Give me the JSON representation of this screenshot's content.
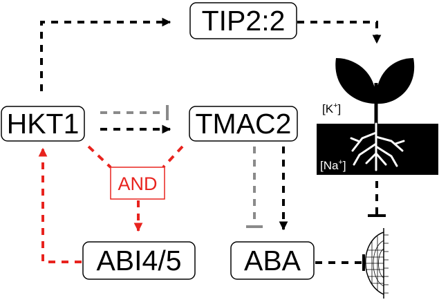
{
  "nodes": {
    "tip": "TIP2:2",
    "hkt": "HKT1",
    "tmac": "TMAC2",
    "and_gate": "AND",
    "abi": "ABI4/5",
    "aba": "ABA"
  },
  "plant": {
    "potassium_base": "[K",
    "potassium_sup": "+",
    "potassium_close": "]",
    "sodium_base": "[Na",
    "sodium_sup": "+",
    "sodium_close": "]"
  },
  "colors": {
    "activation": "#000000",
    "inhibition": "#8a8a8a",
    "abi_pathway": "#e8231e",
    "soil": "#000000"
  },
  "icons": [
    "plant-icon",
    "lateral-root-primordium-icon"
  ]
}
